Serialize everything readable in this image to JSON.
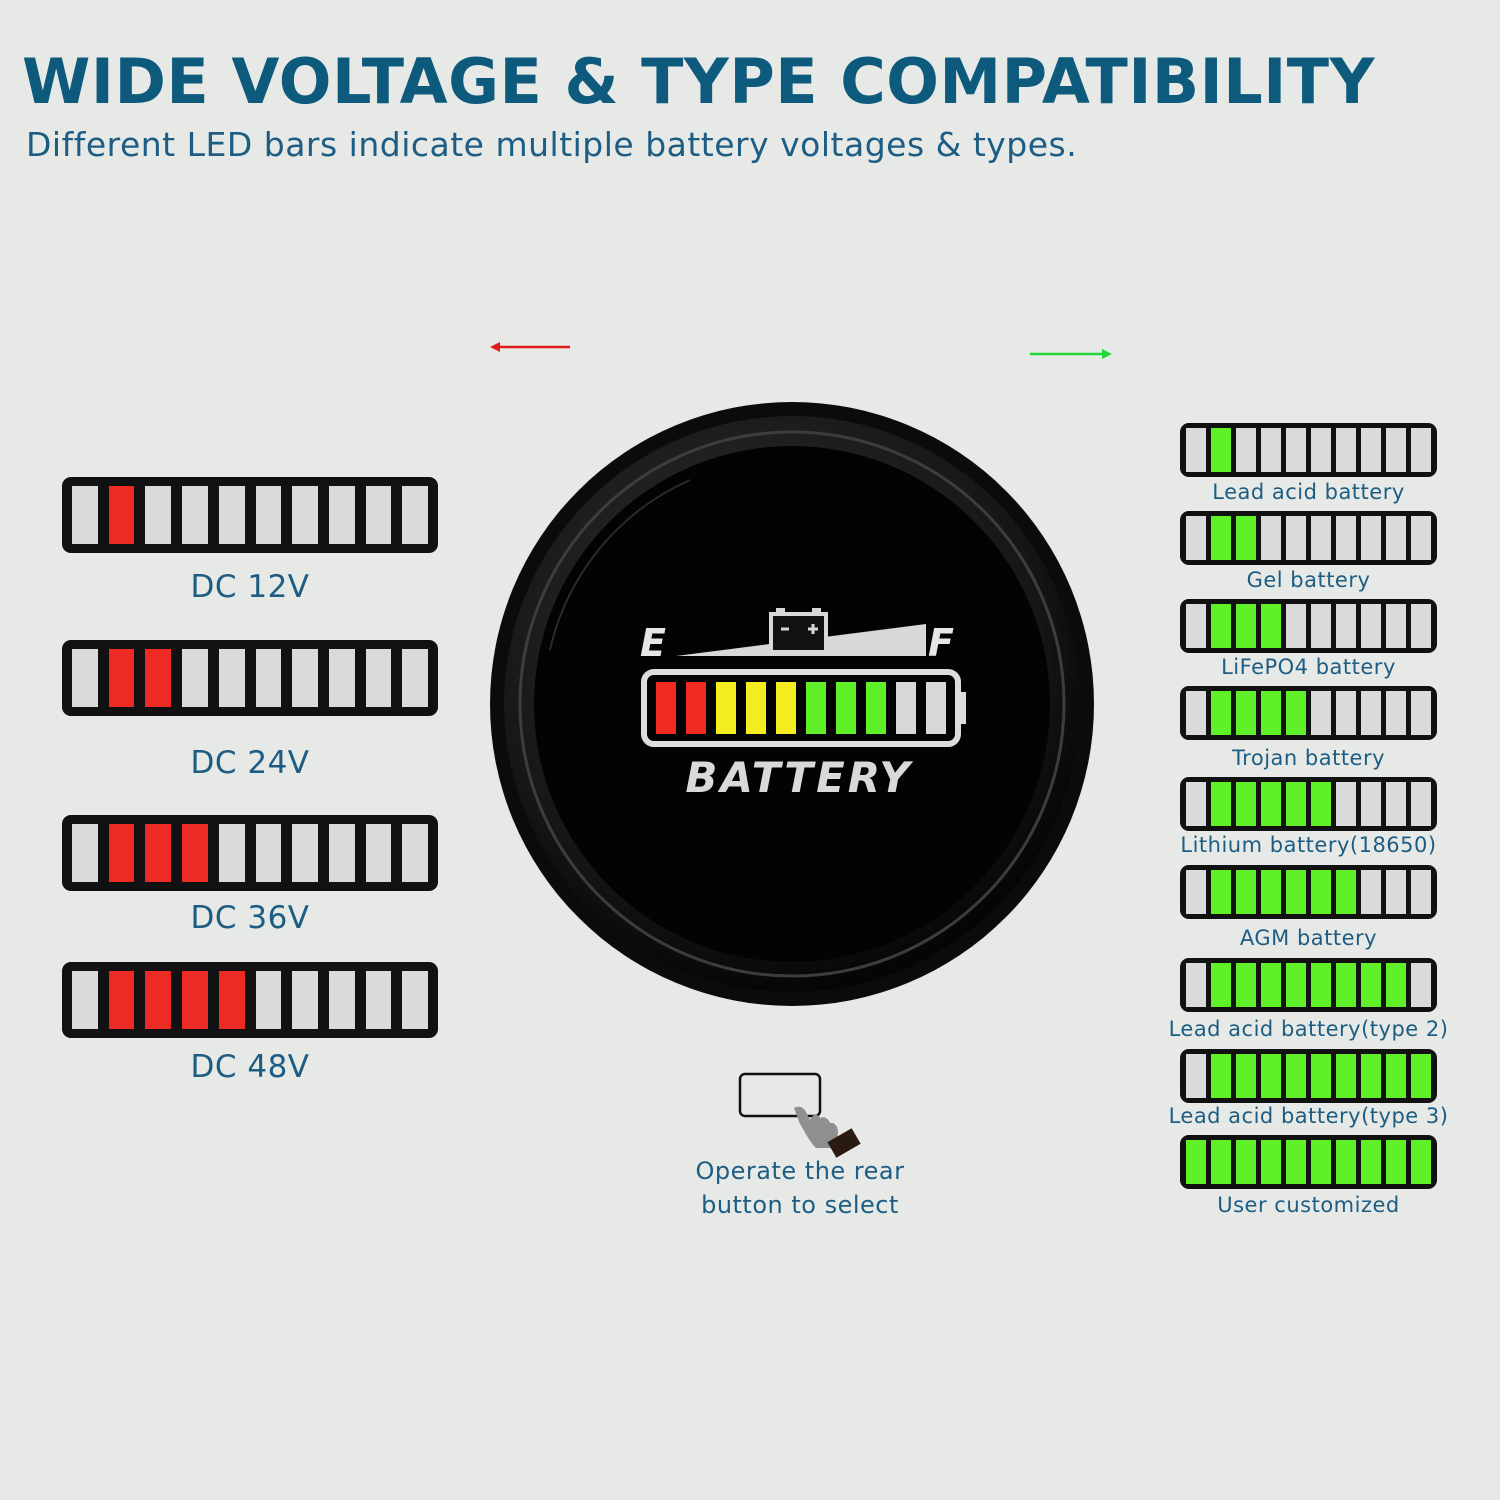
{
  "header": {
    "title": "WIDE VOLTAGE & TYPE COMPATIBILITY",
    "subtitle": "Different LED bars indicate multiple battery voltages & types."
  },
  "voltage_options": [
    {
      "label": "DC 12V",
      "lit_segments": 1,
      "segments": 10,
      "color": "#ee2a24"
    },
    {
      "label": "DC 24V",
      "lit_segments": 2,
      "segments": 10,
      "color": "#ee2a24"
    },
    {
      "label": "DC 36V",
      "lit_segments": 3,
      "segments": 10,
      "color": "#ee2a24"
    },
    {
      "label": "DC 48V",
      "lit_segments": 4,
      "segments": 10,
      "color": "#ee2a24"
    }
  ],
  "battery_types": [
    {
      "label": "Lead acid battery",
      "lit_segments": 1,
      "segments": 10,
      "color": "#5ff02a"
    },
    {
      "label": "Gel battery",
      "lit_segments": 2,
      "segments": 10,
      "color": "#5ff02a"
    },
    {
      "label": "LiFePO4 battery",
      "lit_segments": 3,
      "segments": 10,
      "color": "#5ff02a"
    },
    {
      "label": "Trojan battery",
      "lit_segments": 4,
      "segments": 10,
      "color": "#5ff02a"
    },
    {
      "label": "Lithium battery(18650)",
      "lit_segments": 5,
      "segments": 10,
      "color": "#5ff02a"
    },
    {
      "label": "AGM battery",
      "lit_segments": 6,
      "segments": 10,
      "color": "#5ff02a"
    },
    {
      "label": "Lead acid battery(type 2)",
      "lit_segments": 8,
      "segments": 10,
      "color": "#5ff02a"
    },
    {
      "label": "Lead acid battery(type 3)",
      "lit_segments": 9,
      "segments": 10,
      "color": "#5ff02a"
    },
    {
      "label": "User customized",
      "lit_segments": 10,
      "segments": 10,
      "color": "#5ff02a"
    }
  ],
  "gauge": {
    "empty_label": "E",
    "full_label": "F",
    "brand_text": "BATTERY",
    "segment_colors": [
      "#ef2b1f",
      "#ef2b1f",
      "#f4ee20",
      "#f4ee20",
      "#f4ee20",
      "#5ff02a",
      "#5ff02a",
      "#5ff02a",
      "#d8d8d8",
      "#d8d8d8"
    ]
  },
  "hint": {
    "line1": "Operate the rear",
    "line2": "button to select"
  },
  "arrows": {
    "left_color": "#e11b1b",
    "right_color": "#22d63a"
  }
}
